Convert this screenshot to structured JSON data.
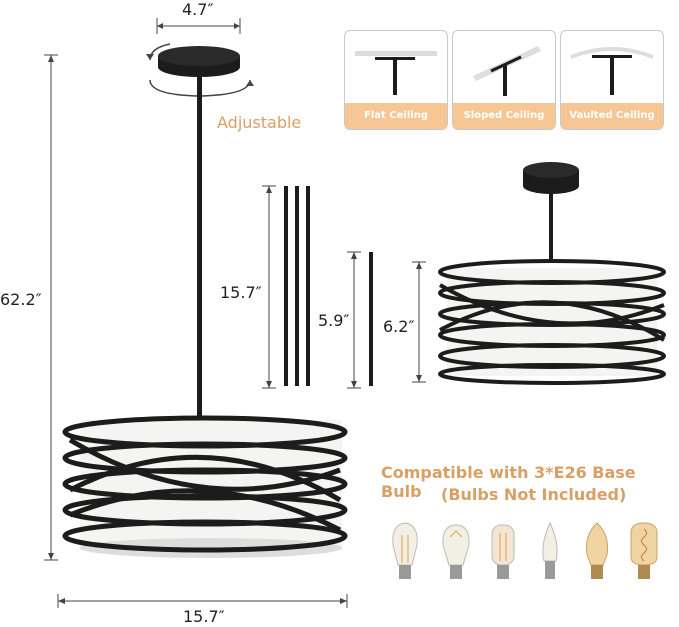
{
  "dimensions": {
    "canopy_width": "4.7″",
    "total_height": "62.2″",
    "rod_long": "15.7″",
    "rod_short": "5.9″",
    "shade_height": "6.2″",
    "shade_width": "15.7″"
  },
  "adjustable_label": "Adjustable",
  "ceiling_types": [
    {
      "label": "Flat Ceiling",
      "icon": "flat-ceiling-icon"
    },
    {
      "label": "Sloped Ceiling",
      "icon": "sloped-ceiling-icon"
    },
    {
      "label": "Vaulted Ceiling",
      "icon": "vaulted-ceiling-icon"
    }
  ],
  "bulb_info": {
    "line1": "Compatible with 3*E26 Base Bulb",
    "line2": "(Bulbs Not Included)"
  },
  "bulbs": [
    "st-filament-bulb",
    "a19-filament-bulb",
    "tubular-bulb",
    "candle-flame-bulb",
    "teardrop-bulb",
    "spiral-filament-bulb"
  ],
  "colors": {
    "accent": "#d9a066",
    "card_label_bg": "#f6c795",
    "fixture": "#1c1c1c"
  }
}
